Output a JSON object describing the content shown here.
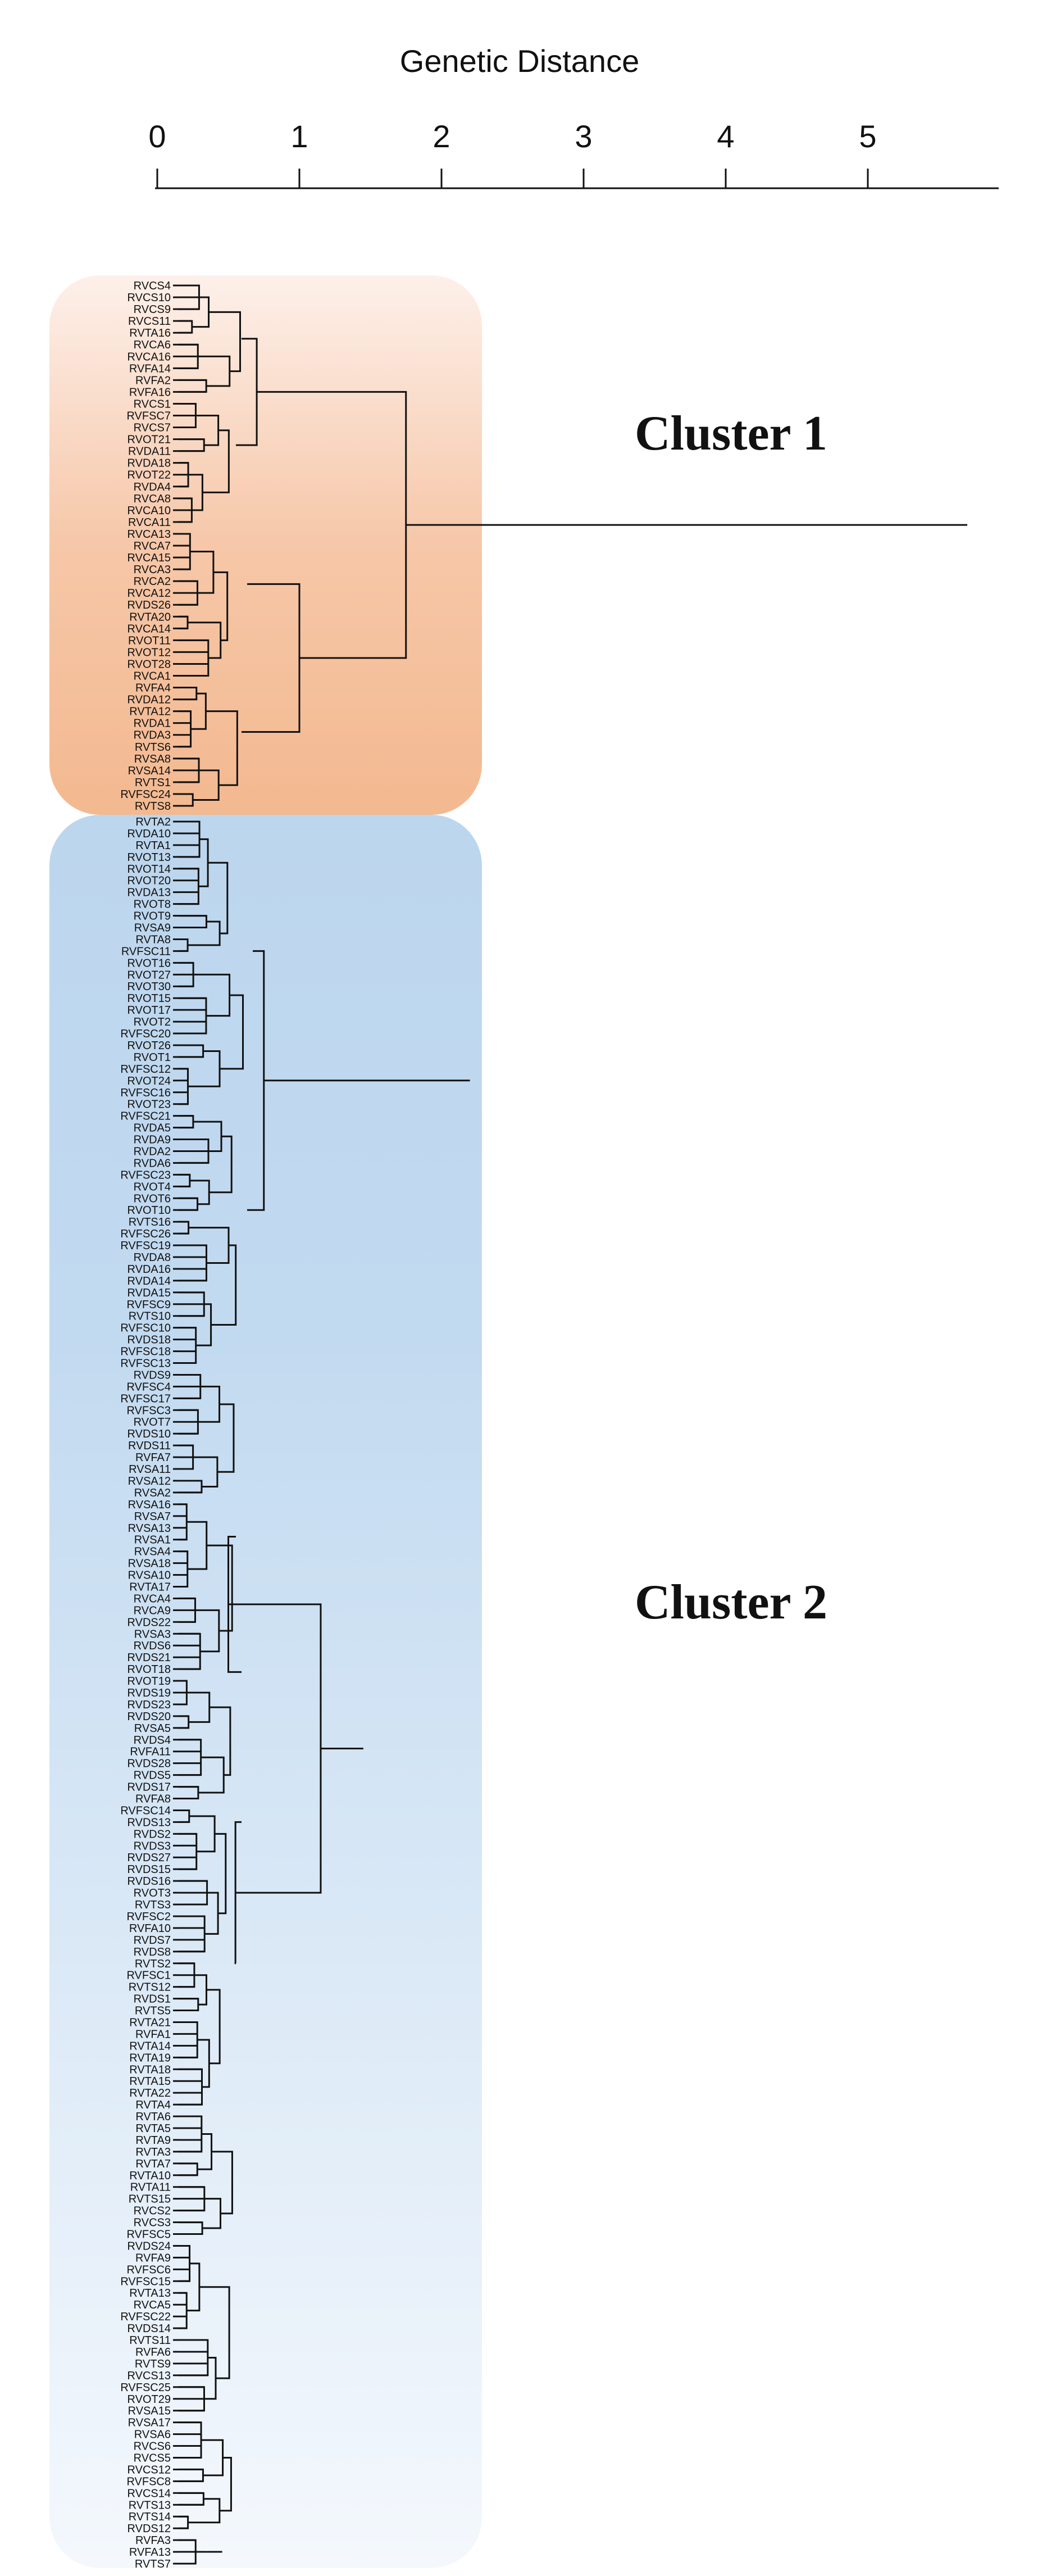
{
  "axis": {
    "title": "Genetic Distance",
    "ticks": [
      "0",
      "1",
      "2",
      "3",
      "4",
      "5"
    ],
    "max": 5.9
  },
  "clusters": [
    {
      "label": "Cluster 1",
      "color_top": "#fdf0ea",
      "color_bottom": "#f3b990",
      "leaves": [
        "RVCS4",
        "RVCS10",
        "RVCS9",
        "RVCS11",
        "RVTA16",
        "RVCA6",
        "RVCA16",
        "RVFA14",
        "RVFA2",
        "RVFA16",
        "RVCS1",
        "RVFSC7",
        "RVCS7",
        "RVOT21",
        "RVDA11",
        "RVDA18",
        "RVOT22",
        "RVDA4",
        "RVCA8",
        "RVCA10",
        "RVCA11",
        "RVCA13",
        "RVCA7",
        "RVCA15",
        "RVCA3",
        "RVCA2",
        "RVCA12",
        "RVDS26",
        "RVTA20",
        "RVCA14",
        "RVOT11",
        "RVOT12",
        "RVOT28",
        "RVCA1",
        "RVFA4",
        "RVDA12",
        "RVTA12",
        "RVDA1",
        "RVDA3",
        "RVTS6",
        "RVSA8",
        "RVSA14",
        "RVTS1",
        "RVFSC24",
        "RVTS8"
      ]
    },
    {
      "label": "Cluster 2",
      "color_top": "#bcd6ee",
      "color_bottom": "#f4f8fd",
      "leaves": [
        "RVTA2",
        "RVDA10",
        "RVTA1",
        "RVOT13",
        "RVOT14",
        "RVOT20",
        "RVDA13",
        "RVOT8",
        "RVOT9",
        "RVSA9",
        "RVTA8",
        "RVFSC11",
        "RVOT16",
        "RVOT27",
        "RVOT30",
        "RVOT15",
        "RVOT17",
        "RVOT2",
        "RVFSC20",
        "RVOT26",
        "RVOT1",
        "RVFSC12",
        "RVOT24",
        "RVFSC16",
        "RVOT23",
        "RVFSC21",
        "RVDA5",
        "RVDA9",
        "RVDA2",
        "RVDA6",
        "RVFSC23",
        "RVOT4",
        "RVOT6",
        "RVOT10",
        "RVTS16",
        "RVFSC26",
        "RVFSC19",
        "RVDA8",
        "RVDA16",
        "RVDA14",
        "RVDA15",
        "RVFSC9",
        "RVTS10",
        "RVFSC10",
        "RVDS18",
        "RVFSC18",
        "RVFSC13",
        "RVDS9",
        "RVFSC4",
        "RVFSC17",
        "RVFSC3",
        "RVOT7",
        "RVDS10",
        "RVDS11",
        "RVFA7",
        "RVSA11",
        "RVSA12",
        "RVSA2",
        "RVSA16",
        "RVSA7",
        "RVSA13",
        "RVSA1",
        "RVSA4",
        "RVSA18",
        "RVSA10",
        "RVTA17",
        "RVCA4",
        "RVCA9",
        "RVDS22",
        "RVSA3",
        "RVDS6",
        "RVDS21",
        "RVOT18",
        "RVOT19",
        "RVDS19",
        "RVDS23",
        "RVDS20",
        "RVSA5",
        "RVDS4",
        "RVFA11",
        "RVDS28",
        "RVDS5",
        "RVDS17",
        "RVFA8",
        "RVFSC14",
        "RVDS13",
        "RVDS2",
        "RVDS3",
        "RVDS27",
        "RVDS15",
        "RVDS16",
        "RVOT3",
        "RVTS3",
        "RVFSC2",
        "RVFA10",
        "RVDS7",
        "RVDS8",
        "RVTS2",
        "RVFSC1",
        "RVTS12",
        "RVDS1",
        "RVTS5",
        "RVTA21",
        "RVFA1",
        "RVTA14",
        "RVTA19",
        "RVTA18",
        "RVTA15",
        "RVTA22",
        "RVTA4",
        "RVTA6",
        "RVTA5",
        "RVTA9",
        "RVTA3",
        "RVTA7",
        "RVTA10",
        "RVTA11",
        "RVTS15",
        "RVCS2",
        "RVCS3",
        "RVFSC5",
        "RVDS24",
        "RVFA9",
        "RVFSC6",
        "RVFSC15",
        "RVTA13",
        "RVCA5",
        "RVFSC22",
        "RVDS14",
        "RVTS11",
        "RVFA6",
        "RVTS9",
        "RVCS13",
        "RVFSC25",
        "RVOT29",
        "RVSA15",
        "RVSA17",
        "RVSA6",
        "RVCS6",
        "RVCS5",
        "RVCS12",
        "RVFSC8",
        "RVCS14",
        "RVTS13",
        "RVTS14",
        "RVDS12",
        "RVFA3",
        "RVFA13",
        "RVTS7"
      ]
    }
  ],
  "merges": {
    "cluster1": [
      {
        "d": 0.7,
        "span": [
          0,
          18
        ]
      },
      {
        "d": 1.0,
        "span": [
          19,
          44
        ]
      },
      {
        "d": 1.75,
        "span": [
          0,
          44
        ]
      }
    ],
    "cluster2": [
      {
        "d": 0.75,
        "span": [
          0,
          44
        ]
      },
      {
        "d": 0.8,
        "span": [
          0,
          54
        ]
      },
      {
        "d": 0.5,
        "span": [
          55,
          78
        ]
      },
      {
        "d": 0.55,
        "span": [
          79,
          103
        ]
      },
      {
        "d": 1.15,
        "span": [
          55,
          103
        ]
      },
      {
        "d": 1.45,
        "span": [
          55,
          156
        ]
      },
      {
        "d": 1.3,
        "span": [
          104,
          156
        ]
      },
      {
        "d": 2.2,
        "span": [
          0,
          156
        ]
      }
    ],
    "root": {
      "d": 5.7
    }
  }
}
